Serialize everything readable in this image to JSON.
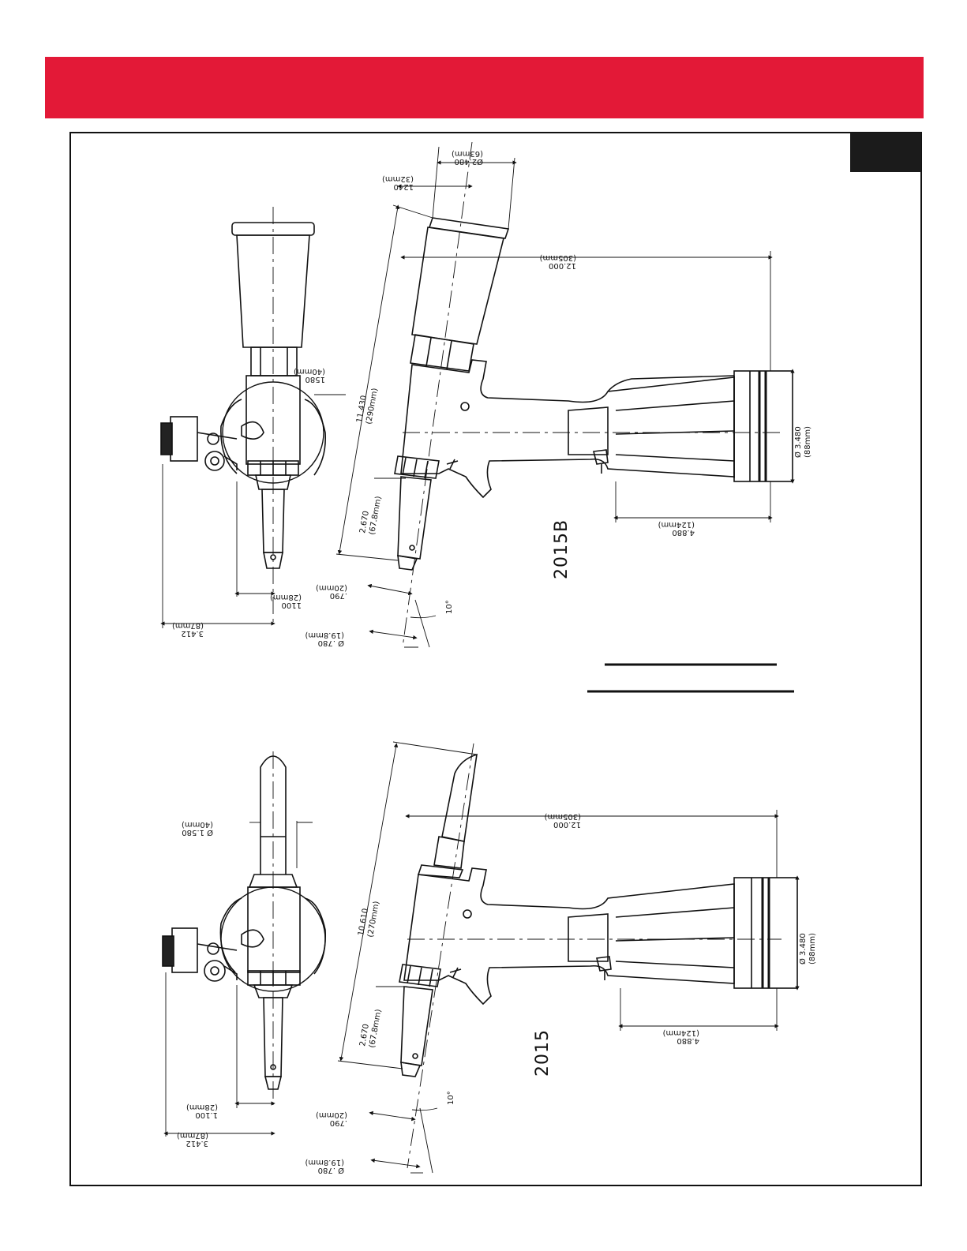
{
  "colors": {
    "header": "#e31937",
    "ink": "#111111",
    "tab": "#1b1b1b"
  },
  "top_drawing": {
    "model": "2015B",
    "angle": "10°",
    "front_view": {
      "d_1580": "1580",
      "d_1580_mm": "(40mm)",
      "d_1100": "1100",
      "d_1100_mm": "(28mm)",
      "d_3412": "3.412",
      "d_3412_mm": "(87mm)"
    },
    "side_view": {
      "d_2480": "Ø2.480",
      "d_2480_mm": "(63mm)",
      "d_1240": "1240",
      "d_1240_mm": "(32mm)",
      "d_12000": "12.000",
      "d_12000_mm": "(305mm)",
      "d_11430": "11.430",
      "d_11430_mm": "(290mm)",
      "d_2670": "2.670",
      "d_2670_mm": "(67.8mm)",
      "d_790": ".790",
      "d_790_mm": "(20mm)",
      "d_780": "Ø .780",
      "d_780_mm": "(19.8mm)",
      "d_3480": "Ø 3.480",
      "d_3480_mm": "(88mm)",
      "d_4880": "4.880",
      "d_4880_mm": "(124mm)"
    }
  },
  "bottom_drawing": {
    "model": "2015",
    "angle": "10°",
    "front_view": {
      "d_1580": "Ø 1.580",
      "d_1580_mm": "(40mm)",
      "d_1100": "1.100",
      "d_1100_mm": "(28mm)",
      "d_3412": "3.412",
      "d_3412_mm": "(87mm)"
    },
    "side_view": {
      "d_12000": "12.000",
      "d_12000_mm": "(305mm)",
      "d_10610": "10.610",
      "d_10610_mm": "(270mm)",
      "d_2670": "2.670",
      "d_2670_mm": "(67.8mm)",
      "d_790": ".790",
      "d_790_mm": "(20mm)",
      "d_780": "Ø .780",
      "d_780_mm": "(19.8mm)",
      "d_3480": "Ø 3.480",
      "d_3480_mm": "(88mm)",
      "d_4880": "4.880",
      "d_4880_mm": "(124mm)"
    }
  }
}
